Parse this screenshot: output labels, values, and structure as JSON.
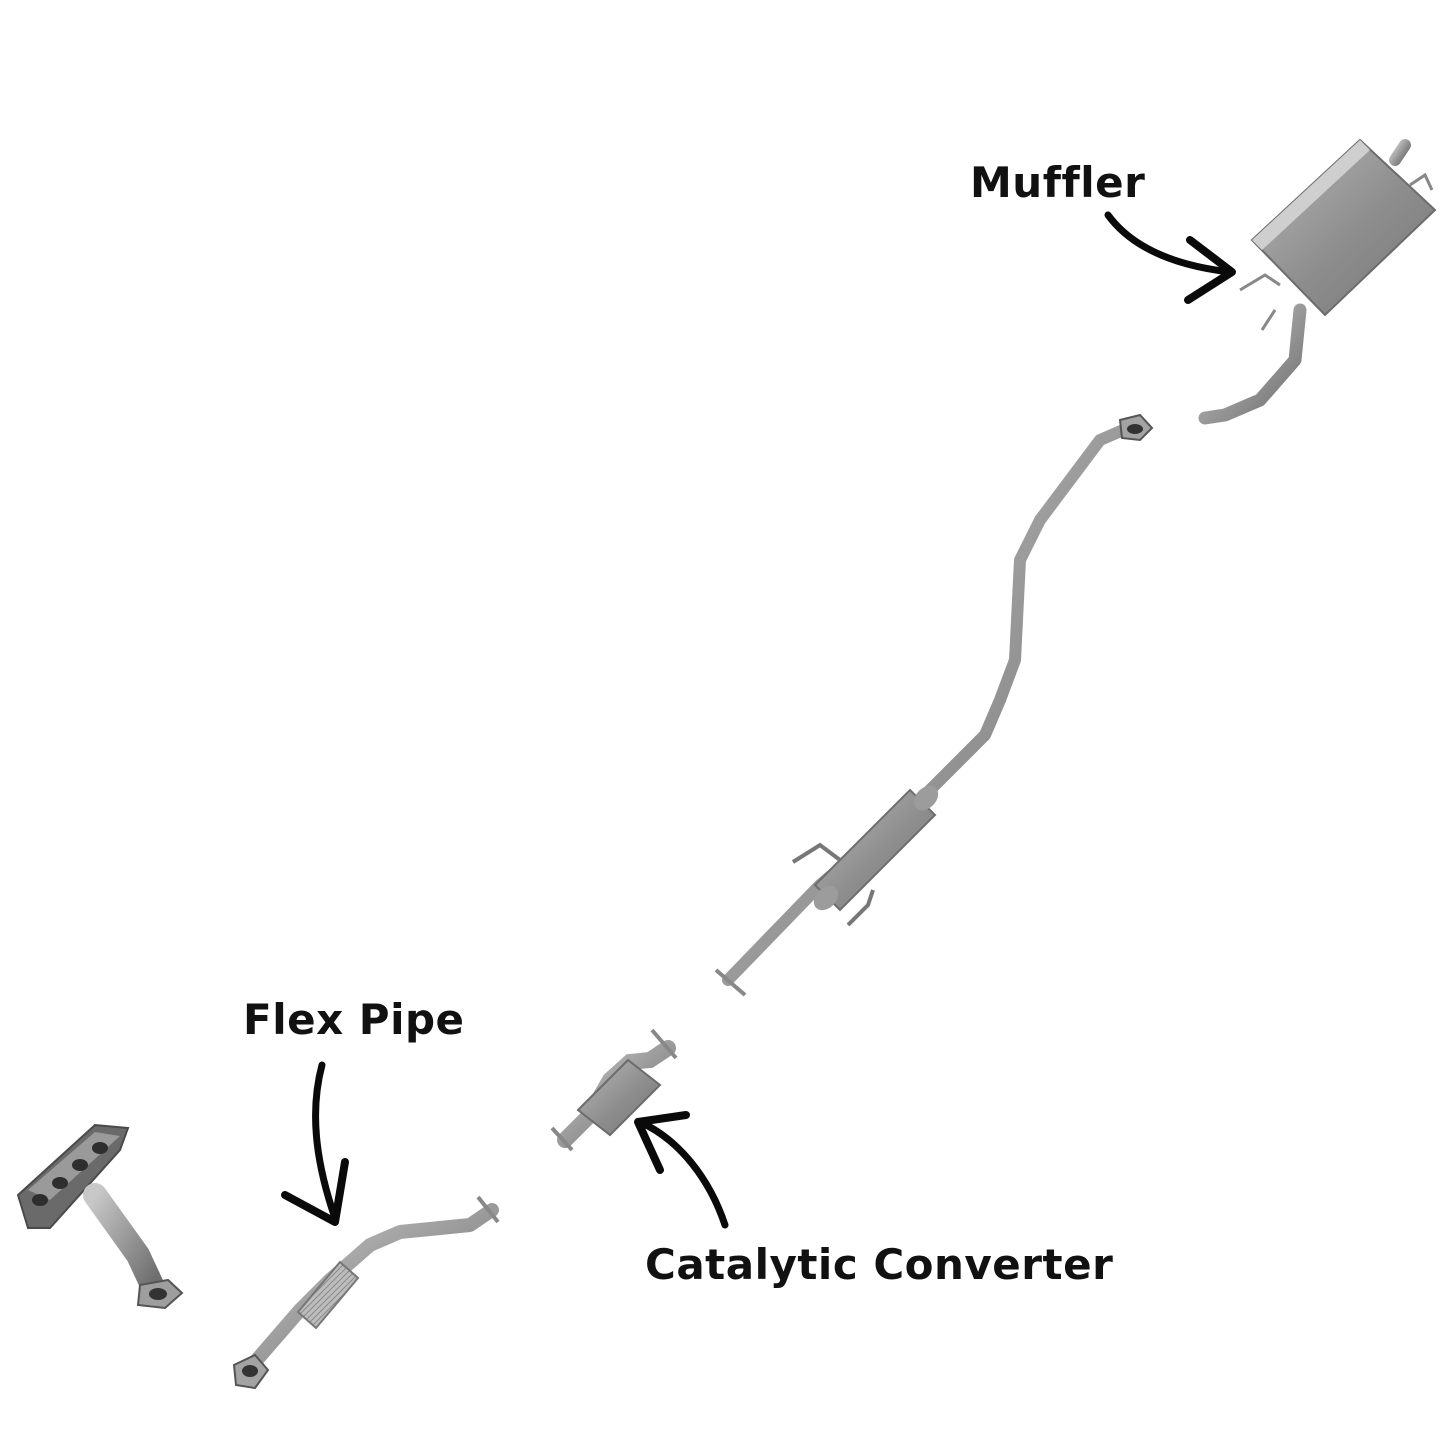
{
  "labels": {
    "muffler": "Muffler",
    "flex_pipe": "Flex Pipe",
    "catalytic_converter": "Catalytic Converter"
  },
  "colors": {
    "metal": "#8f8f8f",
    "metal_light": "#c9c9c9",
    "metal_dark": "#5c5c5c",
    "arrow": "#0a0a0a",
    "text": "#111111"
  },
  "parts": [
    "exhaust-manifold",
    "flex-pipe",
    "catalytic-converter",
    "resonator-pipe",
    "muffler"
  ]
}
